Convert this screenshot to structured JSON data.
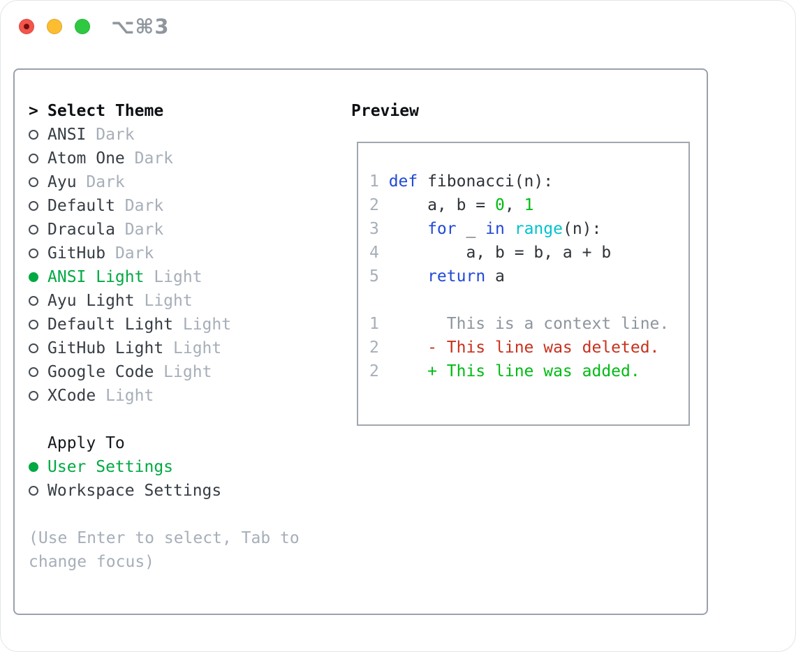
{
  "window": {
    "hotkey": "⌥⌘3",
    "controls": [
      {
        "name": "close",
        "color": "#f4544c"
      },
      {
        "name": "minimize",
        "color": "#fcbe30"
      },
      {
        "name": "zoom",
        "color": "#2ec940"
      }
    ]
  },
  "theme_panel": {
    "header_prefix": ">",
    "header": "Select Theme",
    "themes": [
      {
        "name": "ANSI",
        "variant": "Dark",
        "selected": false
      },
      {
        "name": "Atom One",
        "variant": "Dark",
        "selected": false
      },
      {
        "name": "Ayu",
        "variant": "Dark",
        "selected": false
      },
      {
        "name": "Default",
        "variant": "Dark",
        "selected": false
      },
      {
        "name": "Dracula",
        "variant": "Dark",
        "selected": false
      },
      {
        "name": "GitHub",
        "variant": "Dark",
        "selected": false
      },
      {
        "name": "ANSI Light",
        "variant": "Light",
        "selected": true
      },
      {
        "name": "Ayu Light",
        "variant": "Light",
        "selected": false
      },
      {
        "name": "Default Light",
        "variant": "Light",
        "selected": false
      },
      {
        "name": "GitHub Light",
        "variant": "Light",
        "selected": false
      },
      {
        "name": "Google Code",
        "variant": "Light",
        "selected": false
      },
      {
        "name": "XCode",
        "variant": "Light",
        "selected": false
      }
    ],
    "apply_to": {
      "header": "Apply To",
      "options": [
        {
          "label": "User Settings",
          "selected": true
        },
        {
          "label": "Workspace Settings",
          "selected": false
        }
      ]
    },
    "help": "(Use Enter to select, Tab to change focus)"
  },
  "preview": {
    "header": "Preview",
    "code_lines": [
      {
        "num": "1",
        "segments": [
          {
            "text": "def",
            "style": "keyword"
          },
          {
            "text": " fibonacci(n):",
            "style": "default"
          }
        ]
      },
      {
        "num": "2",
        "segments": [
          {
            "text": "    a, b = ",
            "style": "default"
          },
          {
            "text": "0",
            "style": "number"
          },
          {
            "text": ", ",
            "style": "default"
          },
          {
            "text": "1",
            "style": "number"
          }
        ]
      },
      {
        "num": "3",
        "segments": [
          {
            "text": "    ",
            "style": "default"
          },
          {
            "text": "for",
            "style": "keyword"
          },
          {
            "text": " _ ",
            "style": "default"
          },
          {
            "text": "in",
            "style": "keyword"
          },
          {
            "text": " ",
            "style": "default"
          },
          {
            "text": "range",
            "style": "builtin"
          },
          {
            "text": "(n):",
            "style": "default"
          }
        ]
      },
      {
        "num": "4",
        "segments": [
          {
            "text": "        a, b = b, a + b",
            "style": "default"
          }
        ]
      },
      {
        "num": "5",
        "segments": [
          {
            "text": "    ",
            "style": "default"
          },
          {
            "text": "return",
            "style": "keyword"
          },
          {
            "text": " a",
            "style": "default"
          }
        ]
      }
    ],
    "diff_lines": [
      {
        "num": "1",
        "segments": [
          {
            "text": "      This is a context line.",
            "style": "context"
          }
        ]
      },
      {
        "num": "2",
        "segments": [
          {
            "text": "    - This line was deleted.",
            "style": "deleted"
          }
        ]
      },
      {
        "num": "2",
        "segments": [
          {
            "text": "    + This line was added.",
            "style": "added"
          }
        ]
      }
    ]
  },
  "colors": {
    "selected_green": "#00a942",
    "code_green": "#00bb13",
    "keyword_blue": "#2149d6",
    "builtin_cyan": "#00c3cd",
    "deleted_red": "#c9301d",
    "muted_gray": "#a6aeb8",
    "panel_border": "#9aa1ab"
  }
}
